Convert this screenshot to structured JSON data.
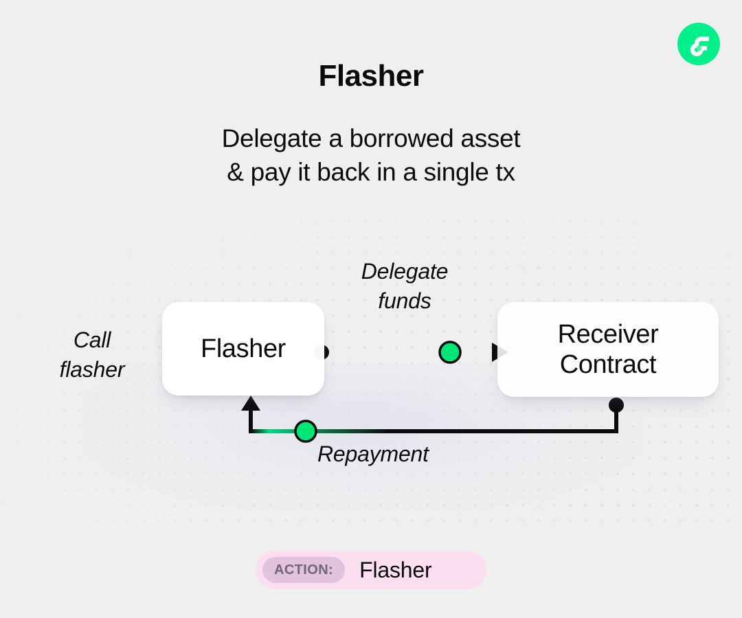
{
  "header": {
    "title": "Flasher",
    "subtitle_lines": [
      "Delegate a borrowed asset",
      "& pay it back in a single tx"
    ],
    "logo_icon": "flow-logo-icon"
  },
  "diagram": {
    "nodes": [
      {
        "id": "flasher",
        "label": "Flasher"
      },
      {
        "id": "receiver",
        "label": "Receiver\nContract"
      }
    ],
    "edge_labels": {
      "call_flasher": "Call\nflasher",
      "delegate_funds": "Delegate\nfunds",
      "repayment": "Repayment"
    }
  },
  "action_badge": {
    "key": "ACTION:",
    "value": "Flasher"
  },
  "colors": {
    "background": "#efefef",
    "accent_green": "#00ef8b",
    "node_green": "#00e676",
    "ink": "#0b0b0b",
    "badge_background": "#fbdff1",
    "badge_key_background": "#e2c2dc",
    "badge_key_text": "#6f6773",
    "grid_dot": "#e0e0e3"
  }
}
